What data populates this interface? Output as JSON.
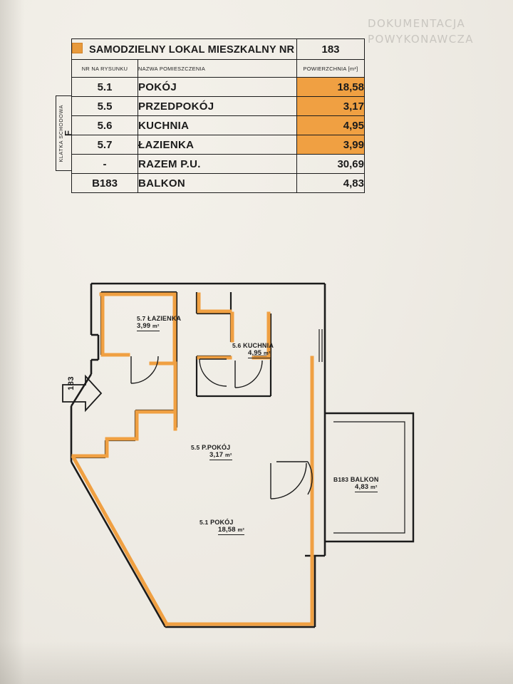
{
  "watermark": {
    "line1": "DOKUMENTACJA",
    "line2": "POWYKONAWCZA"
  },
  "table": {
    "header": {
      "title": "SAMODZIELNY LOKAL MIESZKALNY NR",
      "unit_number": "183"
    },
    "columns": {
      "nr": "NR NA RYSUNKU",
      "name": "NAZWA POMIESZCZENIA",
      "area": "POWIERZCHNIA [m²]"
    },
    "side_label": {
      "letter": "F",
      "text": "KLATKA SCHODOWA"
    },
    "rows": [
      {
        "nr": "5.1",
        "name": "POKÓJ",
        "area": "18,58",
        "highlight": true
      },
      {
        "nr": "5.5",
        "name": "PRZEDPOKÓJ",
        "area": "3,17",
        "highlight": true
      },
      {
        "nr": "5.6",
        "name": "KUCHNIA",
        "area": "4,95",
        "highlight": true
      },
      {
        "nr": "5.7",
        "name": "ŁAZIENKA",
        "area": "3,99",
        "highlight": true
      }
    ],
    "total": {
      "nr": "-",
      "name": "RAZEM P.U.",
      "area": "30,69"
    },
    "balcony": {
      "nr": "B183",
      "name": "BALKON",
      "area": "4,83"
    }
  },
  "plan": {
    "entry_marker": "183",
    "rooms": [
      {
        "nr": "5.7",
        "name": "ŁAZIENKA",
        "area": "3,99",
        "unit": "m²"
      },
      {
        "nr": "5.6",
        "name": "KUCHNIA",
        "area": "4,95",
        "unit": "m²"
      },
      {
        "nr": "5.5",
        "name": "P.POKÓJ",
        "area": "3,17",
        "unit": "m²"
      },
      {
        "nr": "5.1",
        "name": "POKÓJ",
        "area": "18,58",
        "unit": "m²"
      },
      {
        "nr": "B183",
        "name": "BALKON",
        "area": "4,83",
        "unit": "m²"
      }
    ]
  },
  "colors": {
    "accent": "#f0a042",
    "ink": "#1b1b1b",
    "paper": "#efece6",
    "watermark": "#c9c6c0"
  }
}
